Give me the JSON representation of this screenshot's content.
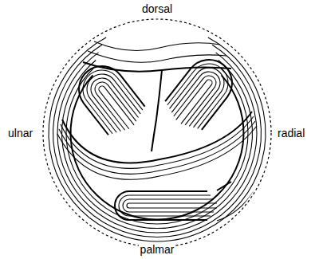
{
  "diagram": {
    "labels": [
      "dorsal",
      "ulnar",
      "radial",
      "palmar"
    ]
  }
}
